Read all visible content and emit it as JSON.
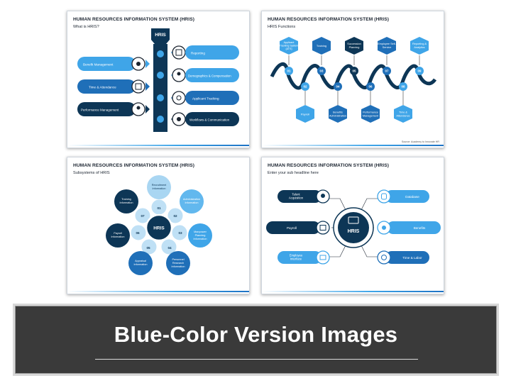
{
  "slides": [
    {
      "title": "HUMAN RESOURCES INFORMATION SYSTEM (HRIS)",
      "subtitle": "What is HRIS?",
      "center_label": "HRIS",
      "left_items": [
        "Benefit Management",
        "Time & Attendance",
        "Performance Management"
      ],
      "right_items": [
        "Reporting",
        "Demographics & Compensation",
        "Applicant Tracking",
        "Workflows & Communication"
      ]
    },
    {
      "title": "HUMAN RESOURCES INFORMATION SYSTEM (HRIS)",
      "subtitle": "HRIS Functions",
      "top_items": [
        "Applicant Tracking System (ATS)",
        "Training",
        "Succession Planning",
        "Employee Self-Service",
        "Reporting & Analytics"
      ],
      "bottom_items": [
        "Payroll",
        "Benefits Administration",
        "Performance Management",
        "Time & Attendance"
      ],
      "numbers": [
        "01",
        "02",
        "03",
        "04",
        "05",
        "06",
        "07",
        "08",
        "09"
      ],
      "source": "Source: Academy to Innovate HR"
    },
    {
      "title": "HUMAN RESOURCES INFORMATION SYSTEM (HRIS)",
      "subtitle": "Subsystems of HRIS",
      "center_label": "HRIS",
      "petals": [
        {
          "num": "01",
          "label": "Recruitment Information"
        },
        {
          "num": "02",
          "label": "Administration Information"
        },
        {
          "num": "03",
          "label": "Manpower Planning Information"
        },
        {
          "num": "04",
          "label": "Personnel Research Information"
        },
        {
          "num": "05",
          "label": "Appraisal Information"
        },
        {
          "num": "06",
          "label": "Payroll Information"
        },
        {
          "num": "07",
          "label": "Training Information"
        }
      ]
    },
    {
      "title": "HUMAN RESOURCES INFORMATION SYSTEM (HRIS)",
      "subtitle": "Enter your sub headline here",
      "center_label": "HRIS",
      "left_items": [
        "Talent Acquisition",
        "Payroll",
        "Employee Interface"
      ],
      "right_items": [
        "Database",
        "Benefits",
        "Time & Labor"
      ]
    }
  ],
  "banner": {
    "title": "Blue-Color Version Images"
  },
  "colors": {
    "dark_navy": "#0d3656",
    "mid_blue": "#1f6fb8",
    "light_blue": "#3fa5e8",
    "banner_bg": "#3a3a3a"
  }
}
